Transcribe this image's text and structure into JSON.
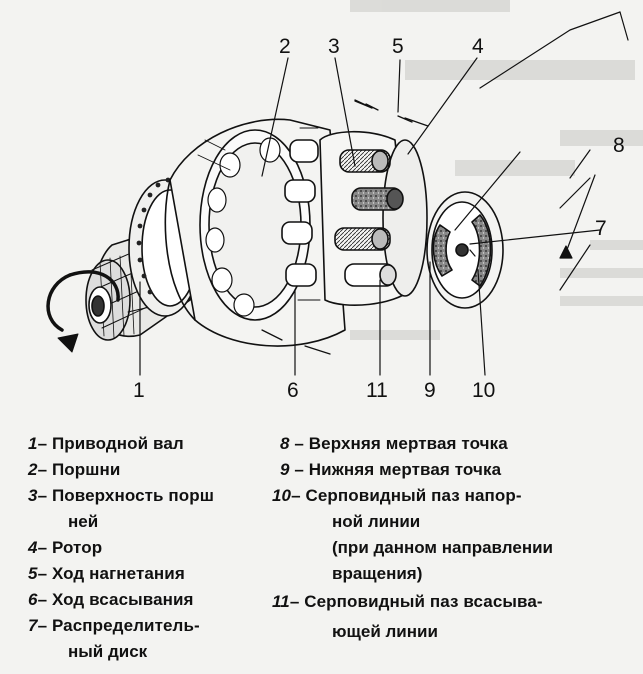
{
  "callouts": {
    "c1": "1",
    "c2": "2",
    "c3": "3",
    "c4": "4",
    "c5": "5",
    "c6": "6",
    "c7": "7",
    "c8": "8",
    "c9": "9",
    "c10": "10",
    "c11": "11"
  },
  "legend": [
    {
      "num": "1",
      "dash": "–",
      "lines": [
        "Приводной вал"
      ]
    },
    {
      "num": "2",
      "dash": "–",
      "lines": [
        "Поршни"
      ]
    },
    {
      "num": "3",
      "dash": "–",
      "lines": [
        "Поверхность порш",
        "ней"
      ]
    },
    {
      "num": "4",
      "dash": "–",
      "lines": [
        "Ротор"
      ]
    },
    {
      "num": "5",
      "dash": "–",
      "lines": [
        "Ход нагнетания"
      ]
    },
    {
      "num": "6",
      "dash": "–",
      "lines": [
        "Ход всасывания"
      ]
    },
    {
      "num": "7",
      "dash": "–",
      "lines": [
        "Распределитель-",
        "ный диск"
      ]
    },
    {
      "num": "8",
      "dash": "–",
      "lines": [
        "Верхняя мертвая точка"
      ]
    },
    {
      "num": "9",
      "dash": "–",
      "lines": [
        "Нижняя мертвая точка"
      ]
    },
    {
      "num": "10",
      "dash": "–",
      "lines": [
        "Серповидный паз напор-",
        "ной линии",
        "(при данном направлении",
        "вращения)"
      ]
    },
    {
      "num": "11",
      "dash": "–",
      "lines": [
        "Серповидный паз всасыва-",
        "ющей линии"
      ]
    }
  ]
}
